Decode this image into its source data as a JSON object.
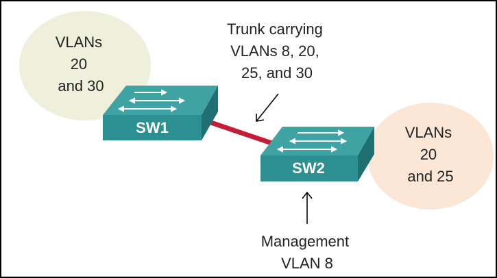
{
  "diagram": {
    "trunk_label": [
      "Trunk carrying",
      "VLANs 8, 20,",
      "25, and 30"
    ],
    "left_group": {
      "lines": [
        "VLANs",
        "20",
        "and 30"
      ],
      "color": "#EEF0DC"
    },
    "right_group": {
      "lines": [
        "VLANs",
        "20",
        "and 25"
      ],
      "color": "#FCE6D6"
    },
    "management_label": [
      "Management",
      "VLAN 8"
    ],
    "switches": [
      {
        "name": "SW1"
      },
      {
        "name": "SW2"
      }
    ],
    "colors": {
      "switch_front": "#2C8F92",
      "switch_top": "#3FA3A4",
      "switch_side": "#1E6F72",
      "trunk_link": "#C21E38",
      "frame_border": "#000000"
    }
  }
}
